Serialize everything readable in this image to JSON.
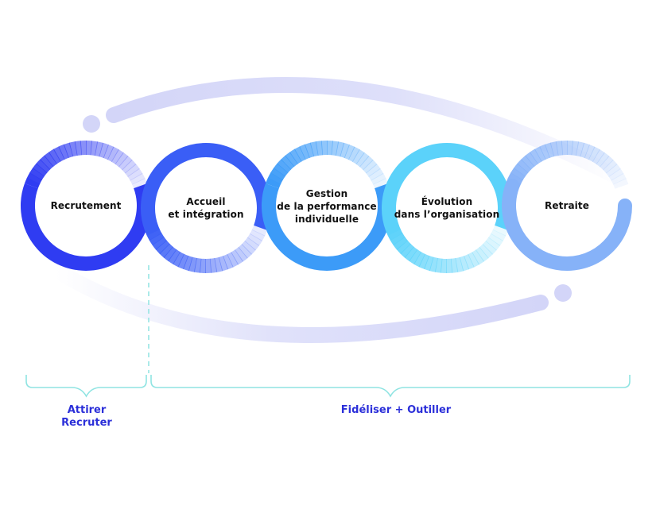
{
  "diagram": {
    "type": "employee-lifecycle-cycle",
    "stages": [
      {
        "id": "recrutement",
        "lines": [
          "Recrutement"
        ],
        "color": "#2F3CF2"
      },
      {
        "id": "accueil",
        "lines": [
          "Accueil",
          "et intégration"
        ],
        "color": "#3A5EF6"
      },
      {
        "id": "gestion",
        "lines": [
          "Gestion",
          "de la performance",
          "individuelle"
        ],
        "color": "#3C9BF8"
      },
      {
        "id": "evolution",
        "lines": [
          "Évolution",
          "dans l’organisation"
        ],
        "color": "#5BD2FA"
      },
      {
        "id": "retraite",
        "lines": [
          "Retraite"
        ],
        "color": "#86B2F8"
      }
    ],
    "phases": [
      {
        "id": "attirer",
        "lines": [
          "Attirer",
          "Recruter"
        ],
        "spans_stages": [
          "recrutement"
        ]
      },
      {
        "id": "fideliser",
        "lines": [
          "Fidéliser + Outiller"
        ],
        "spans_stages": [
          "accueil",
          "gestion",
          "evolution",
          "retraite"
        ]
      }
    ],
    "colors": {
      "orbit": "#D3D5F8",
      "bracket": "#8FE4E2",
      "phase_text": "#2B2FD9",
      "stage_text": "#111111"
    }
  }
}
